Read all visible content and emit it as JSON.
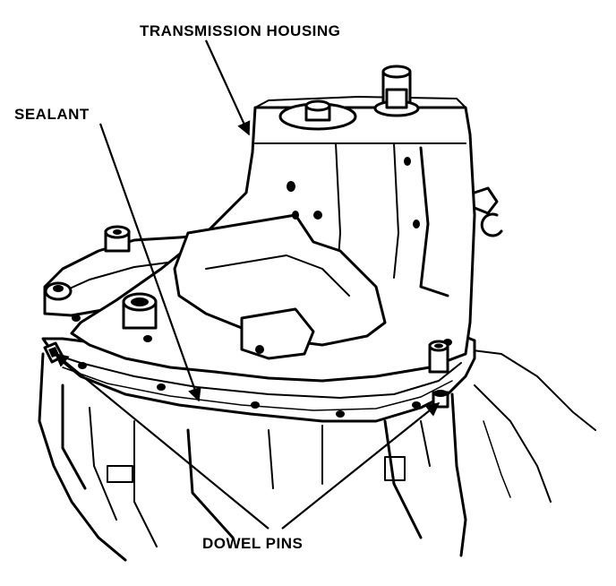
{
  "labels": {
    "transmission_housing": "TRANSMISSION HOUSING",
    "sealant": "SEALANT",
    "dowel_pins": "DOWEL PINS"
  },
  "colors": {
    "ink": "#000000",
    "paper": "#ffffff"
  }
}
